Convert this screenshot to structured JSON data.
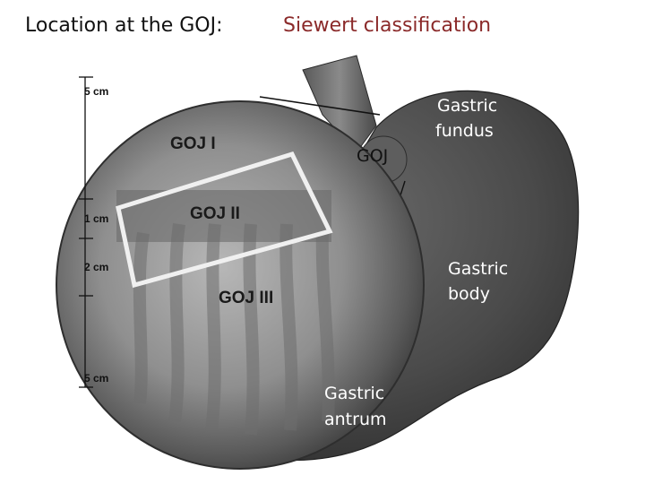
{
  "header": {
    "location_title": "Location at the GOJ:",
    "classification_title": "Siewert classification"
  },
  "ruler": {
    "labels": [
      "5 cm",
      "1 cm",
      "2 cm",
      "5 cm"
    ]
  },
  "zones": {
    "goj_1": "GOJ I",
    "goj_2": "GOJ II",
    "goj_3": "GOJ III"
  },
  "stomach_labels": {
    "goj": "GOJ",
    "fundus_line1": "Gastric",
    "fundus_line2": "fundus",
    "body_line1": "Gastric",
    "body_line2": "body",
    "antrum_line1": "Gastric",
    "antrum_line2": "antrum"
  },
  "colors": {
    "location_title": "#111111",
    "classification_title": "#8b2a2a",
    "stomach": "#4a4a4a",
    "label_light": "#ffffff",
    "label_dark": "#111111"
  }
}
